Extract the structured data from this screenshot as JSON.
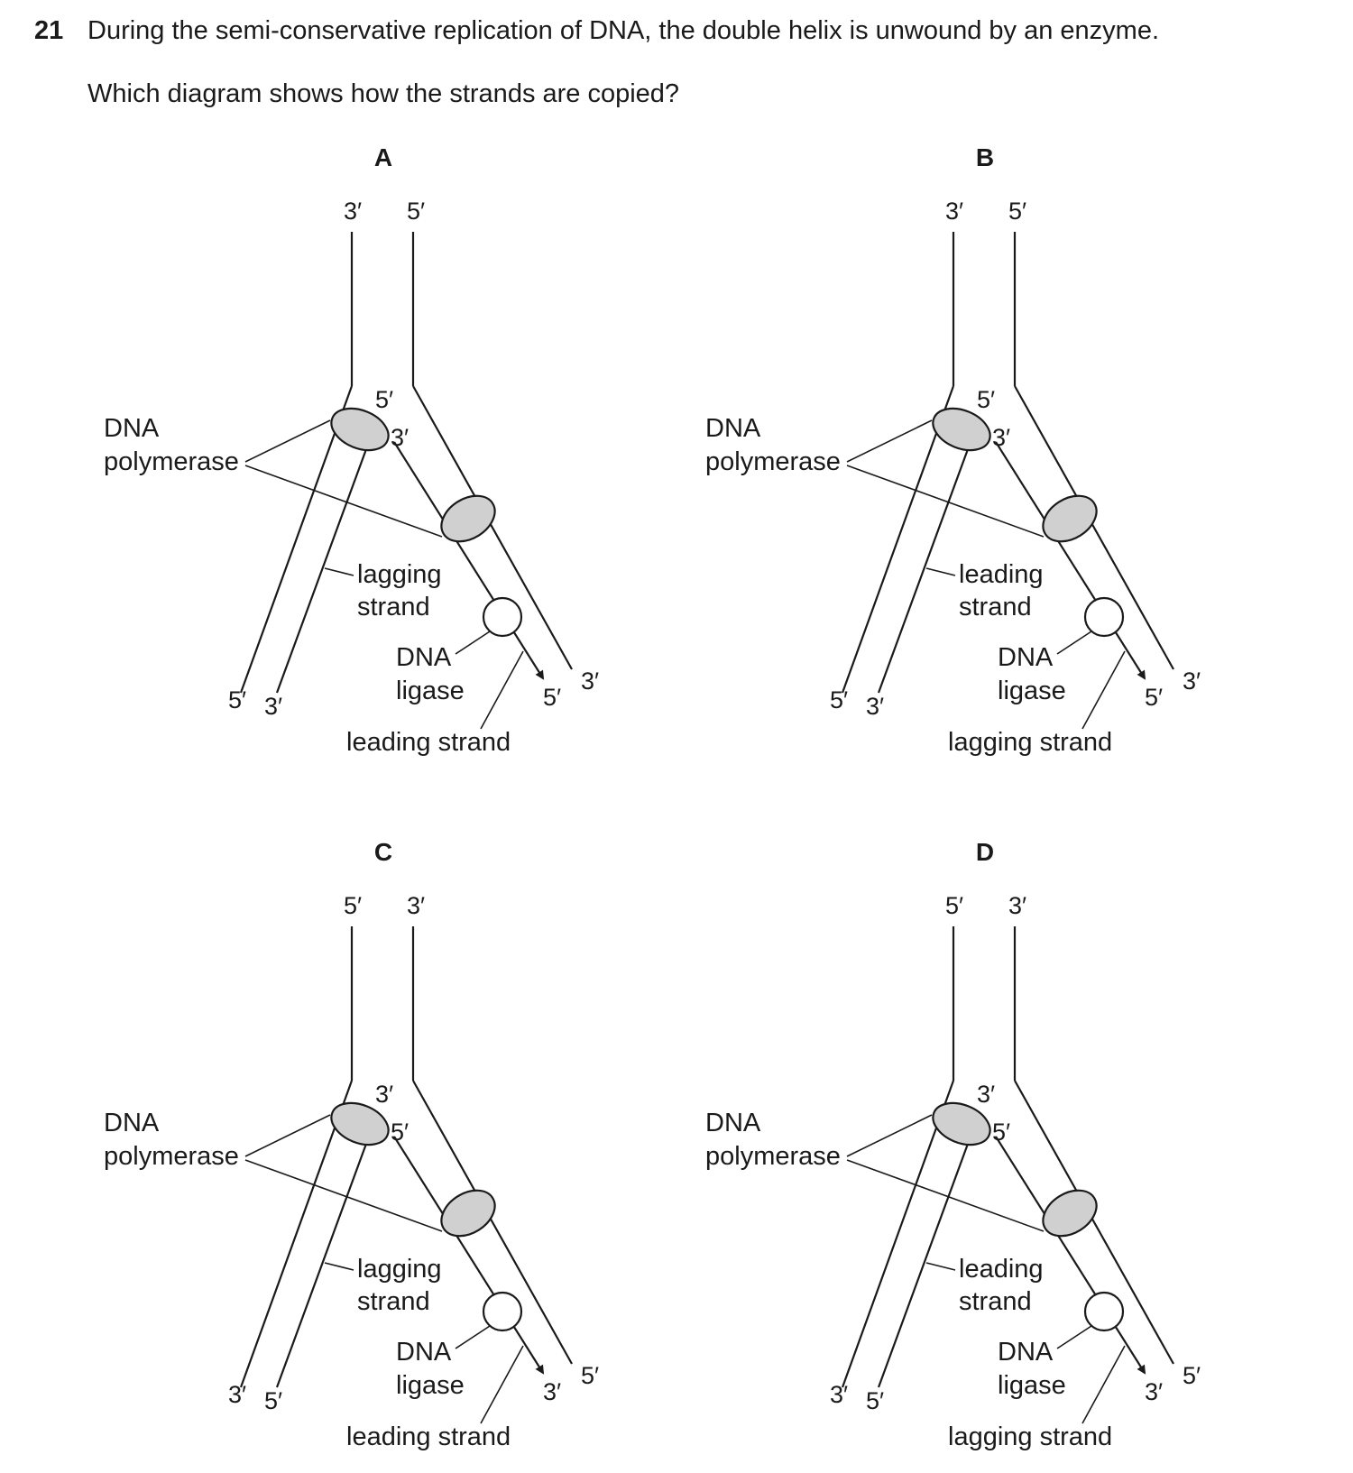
{
  "question": {
    "number": "21",
    "text": "During the semi-conservative replication of DNA, the double helix is unwound by an enzyme.",
    "prompt": "Which diagram shows how the strands are copied?"
  },
  "options": [
    {
      "letter": "A",
      "top_left": "3′",
      "top_right": "5′",
      "bottom_left_outer": "5′",
      "bottom_left_inner": "3′",
      "new_left_top": "5′",
      "new_left_side": "3′",
      "new_right_end": "5′",
      "outer_right_end": "3′",
      "polymerase": [
        "DNA",
        "polymerase"
      ],
      "middle_strand": [
        "lagging",
        "strand"
      ],
      "ligase": [
        "DNA",
        "ligase"
      ],
      "bottom_strand": "leading strand"
    },
    {
      "letter": "B",
      "top_left": "3′",
      "top_right": "5′",
      "bottom_left_outer": "5′",
      "bottom_left_inner": "3′",
      "new_left_top": "5′",
      "new_left_side": "3′",
      "new_right_end": "5′",
      "outer_right_end": "3′",
      "polymerase": [
        "DNA",
        "polymerase"
      ],
      "middle_strand": [
        "leading",
        "strand"
      ],
      "ligase": [
        "DNA",
        "ligase"
      ],
      "bottom_strand": "lagging strand"
    },
    {
      "letter": "C",
      "top_left": "5′",
      "top_right": "3′",
      "bottom_left_outer": "3′",
      "bottom_left_inner": "5′",
      "new_left_top": "3′",
      "new_left_side": "5′",
      "new_right_end": "3′",
      "outer_right_end": "5′",
      "polymerase": [
        "DNA",
        "polymerase"
      ],
      "middle_strand": [
        "lagging",
        "strand"
      ],
      "ligase": [
        "DNA",
        "ligase"
      ],
      "bottom_strand": "leading strand"
    },
    {
      "letter": "D",
      "top_left": "5′",
      "top_right": "3′",
      "bottom_left_outer": "3′",
      "bottom_left_inner": "5′",
      "new_left_top": "3′",
      "new_left_side": "5′",
      "new_right_end": "3′",
      "outer_right_end": "5′",
      "polymerase": [
        "DNA",
        "polymerase"
      ],
      "middle_strand": [
        "leading",
        "strand"
      ],
      "ligase": [
        "DNA",
        "ligase"
      ],
      "bottom_strand": "lagging strand"
    }
  ],
  "colors": {
    "enzyme_fill": "#d0d0d0",
    "line": "#1a1a1a"
  }
}
